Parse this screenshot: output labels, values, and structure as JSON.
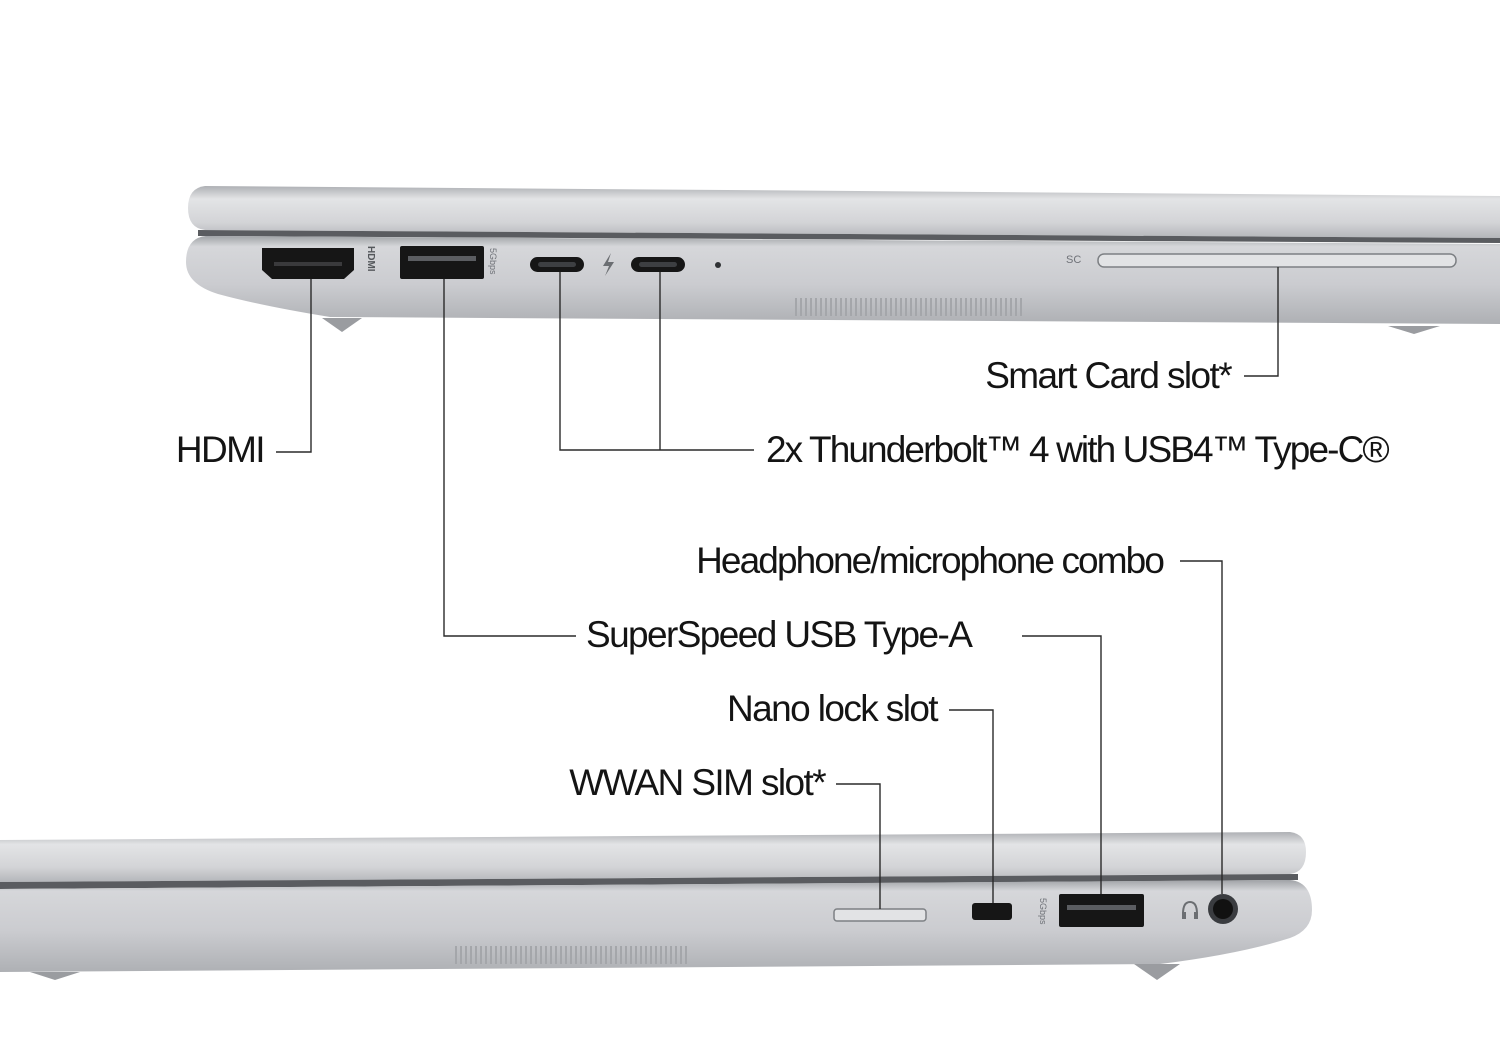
{
  "laptop_left_side": {
    "card_marking": "SC",
    "ports": [
      "HDMI",
      "SuperSpeed USB Type-A",
      "Thunderbolt 4 USB-C",
      "Thunderbolt 4 USB-C",
      "LED",
      "Smart Card slot"
    ],
    "hdmi_logo_text": "HDMI",
    "usb_speed_badge": "5Gbps"
  },
  "laptop_right_side": {
    "ports": [
      "WWAN SIM slot",
      "Nano lock slot",
      "SuperSpeed USB Type-A",
      "Headphone/microphone combo"
    ],
    "usb_speed_badge": "5Gbps"
  },
  "callouts": {
    "smart_card": "Smart Card slot*",
    "hdmi": "HDMI",
    "thunderbolt": "2x Thunderbolt™ 4 with USB4™ Type-C®",
    "headphone": "Headphone/microphone combo",
    "usb_a": "SuperSpeed USB Type-A",
    "nano_lock": "Nano lock slot",
    "wwan_sim": "WWAN SIM slot*"
  },
  "colors": {
    "background": "#ffffff",
    "chassis_light": "#d9dadc",
    "chassis_mid": "#c6c8cb",
    "chassis_dark": "#a9abaf",
    "port_black": "#161616",
    "leader_line": "#2a2a2a",
    "label_text": "#141414"
  },
  "icons": [
    "hdmi-port-icon",
    "usb-a-port-icon",
    "usb-c-port-icon",
    "thunderbolt-bolt-icon",
    "headphone-icon",
    "audio-jack-icon",
    "lock-slot-icon",
    "sim-slot-icon",
    "smart-card-slot-icon"
  ]
}
